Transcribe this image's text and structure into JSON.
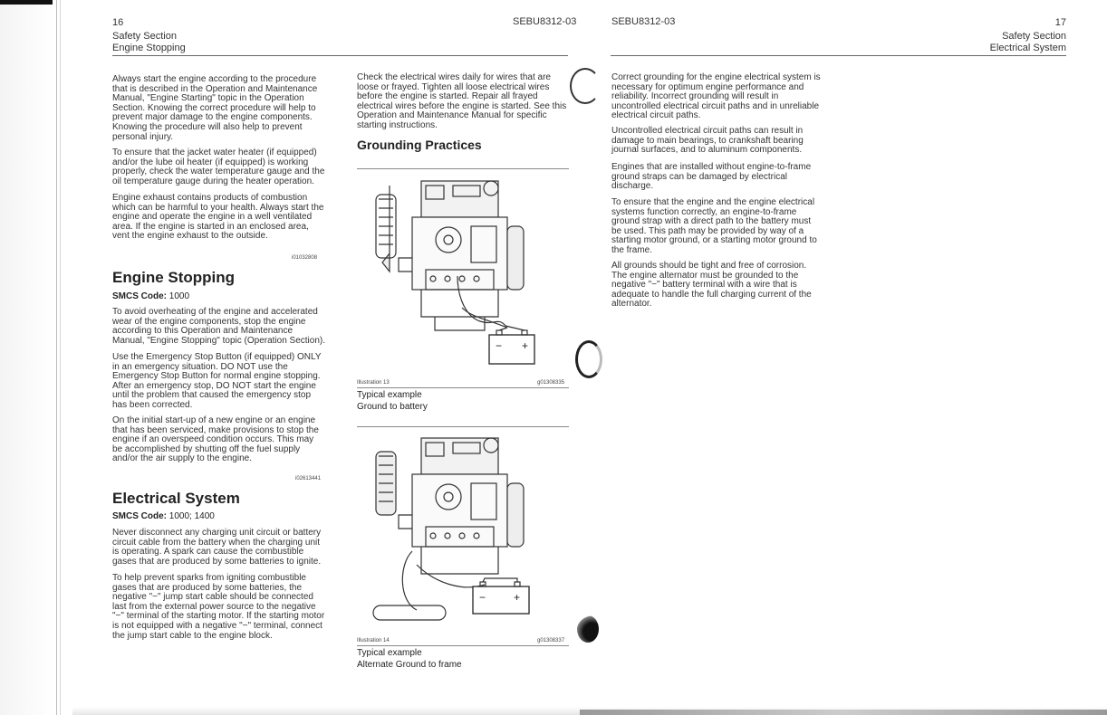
{
  "left_page": {
    "page_number": "16",
    "doc_code": "SEBU8312-03",
    "section_title": "Safety Section",
    "section_sub": "Engine Stopping",
    "col1": {
      "intro_paragraphs": [
        "Always start the engine according to the procedure that is described in the Operation and Maintenance Manual, \"Engine Starting\" topic in the Operation Section. Knowing the correct procedure will help to prevent major damage to the engine components. Knowing the procedure will also help to prevent personal injury.",
        "To ensure that the jacket water heater (if equipped) and/or the lube oil heater (if equipped) is working properly, check the water temperature gauge and the oil temperature gauge during the heater operation.",
        "Engine exhaust contains products of combustion which can be harmful to your health. Always start the engine and operate the engine in a well ventilated area. If the engine is started in an enclosed area, vent the engine exhaust to the outside."
      ],
      "ref1": "i01032808",
      "heading1": "Engine Stopping",
      "smcs1_label": "SMCS Code:",
      "smcs1_value": "1000",
      "stop_paragraphs": [
        "To avoid overheating of the engine and accelerated wear of the engine components, stop the engine according to this Operation and Maintenance Manual, \"Engine Stopping\" topic (Operation Section).",
        "Use the Emergency Stop Button (if equipped) ONLY in an emergency situation. DO NOT use the Emergency Stop Button for normal engine stopping. After an emergency stop, DO NOT start the engine until the problem that caused the emergency stop has been corrected.",
        "On the initial start-up of a new engine or an engine that has been serviced, make provisions to stop the engine if an overspeed condition occurs. This may be accomplished by shutting off the fuel supply and/or the air supply to the engine."
      ],
      "ref2": "i02613441",
      "heading2": "Electrical System",
      "smcs2_label": "SMCS Code:",
      "smcs2_value": "1000; 1400",
      "elec_paragraphs": [
        "Never disconnect any charging unit circuit or battery circuit cable from the battery when the charging unit is operating. A spark can cause the combustible gases that are produced by some batteries to ignite.",
        "To help prevent sparks from igniting combustible gases that are produced by some batteries, the negative \"−\" jump start cable should be connected last from the external power source to the negative \"−\" terminal of the starting motor. If the starting motor is not equipped with a negative \"−\" terminal, connect the jump start cable to the engine block."
      ]
    },
    "col2": {
      "paragraph": "Check the electrical wires daily for wires that are loose or frayed. Tighten all loose electrical wires before the engine is started. Repair all frayed electrical wires before the engine is started. See this Operation and Maintenance Manual for specific starting instructions.",
      "heading": "Grounding Practices",
      "illustration1": {
        "label": "Illustration 13",
        "code": "g01308335",
        "caption1": "Typical example",
        "caption2": "Ground to battery"
      },
      "illustration2": {
        "label": "Illustration 14",
        "code": "g01308337",
        "caption1": "Typical example",
        "caption2": "Alternate Ground to frame"
      }
    }
  },
  "right_page": {
    "doc_code": "SEBU8312-03",
    "page_number": "17",
    "section_title": "Safety Section",
    "section_sub": "Electrical System",
    "paragraphs": [
      "Correct grounding for the engine electrical system is necessary for optimum engine performance and reliability. Incorrect grounding will result in uncontrolled electrical circuit paths and in unreliable electrical circuit paths.",
      "Uncontrolled electrical circuit paths can result in damage to main bearings, to crankshaft bearing journal surfaces, and to aluminum components.",
      "Engines that are installed without engine-to-frame ground straps can be damaged by electrical discharge.",
      "To ensure that the engine and the engine electrical systems function correctly, an engine-to-frame ground strap with a direct path to the battery must be used. This path may be provided by way of a starting motor ground, or a starting motor ground to the frame.",
      "All grounds should be tight and free of corrosion. The engine alternator must be grounded to the negative \"−\" battery terminal with a wire that is adequate to handle the full charging current of the alternator."
    ]
  },
  "battery_symbols": {
    "minus": "−",
    "plus": "+"
  }
}
